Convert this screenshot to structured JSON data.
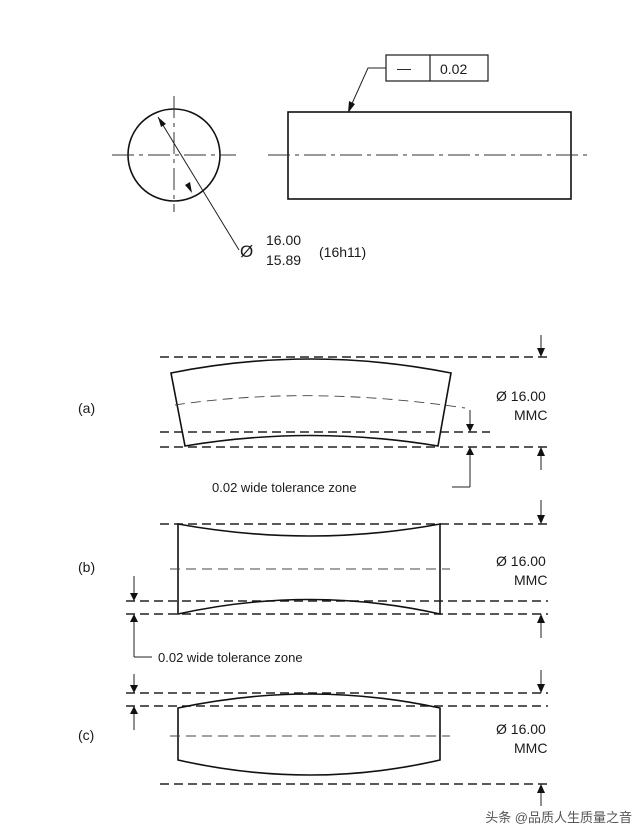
{
  "top_view": {
    "flatness_symbol": "—",
    "flatness_value": "0.02",
    "diameter_symbol": "Ø",
    "upper_limit": "16.00",
    "lower_limit": "15.89",
    "fit": "(16h11)"
  },
  "cases": [
    {
      "label": "(a)",
      "diameter": "Ø 16.00",
      "condition": "MMC"
    },
    {
      "label": "(b)",
      "diameter": "Ø 16.00",
      "condition": "MMC"
    },
    {
      "label": "(c)",
      "diameter": "Ø 16.00",
      "condition": "MMC"
    }
  ],
  "zone_notes": {
    "a": "0.02 wide tolerance zone",
    "b": "0.02 wide tolerance zone"
  },
  "watermark": "头条 @品质人生质量之音"
}
